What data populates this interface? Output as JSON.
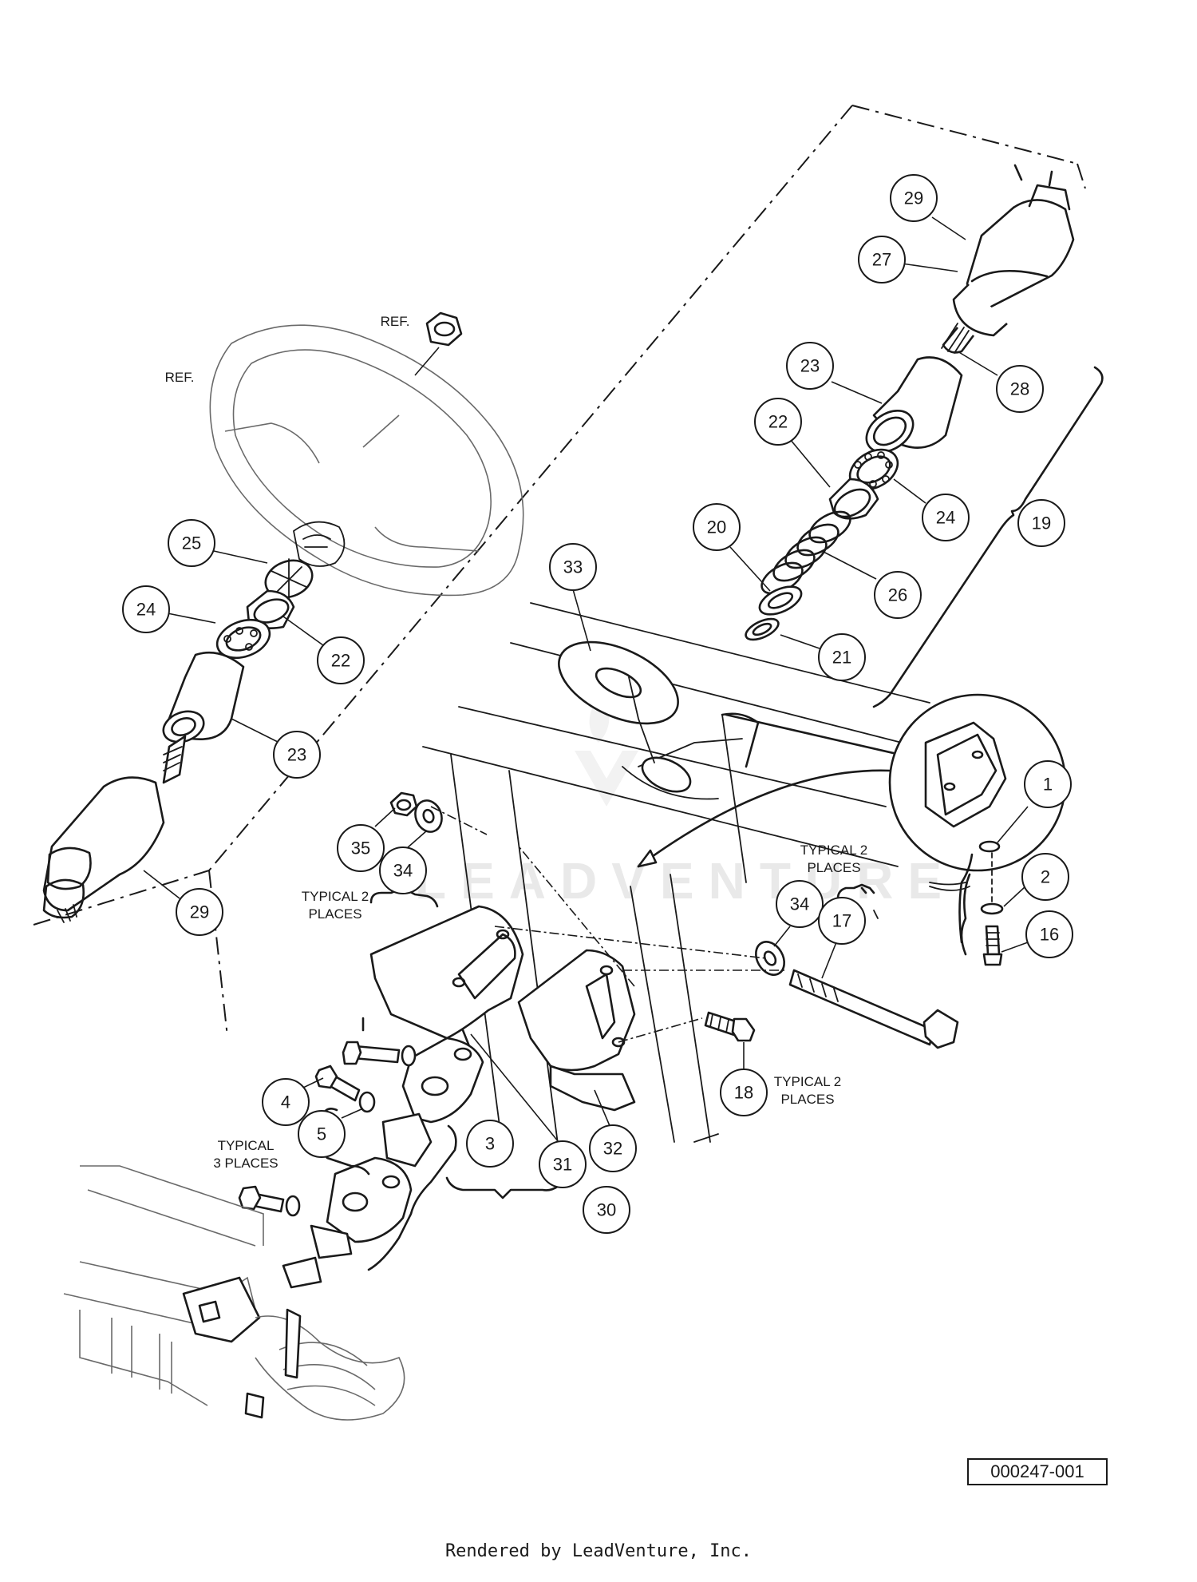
{
  "callouts": [
    {
      "id": "c29a",
      "label": "29"
    },
    {
      "id": "c27",
      "label": "27"
    },
    {
      "id": "c23a",
      "label": "23"
    },
    {
      "id": "c28",
      "label": "28"
    },
    {
      "id": "c22a",
      "label": "22"
    },
    {
      "id": "c24a",
      "label": "24"
    },
    {
      "id": "c19",
      "label": "19"
    },
    {
      "id": "c20",
      "label": "20"
    },
    {
      "id": "c26",
      "label": "26"
    },
    {
      "id": "c21",
      "label": "21"
    },
    {
      "id": "c33",
      "label": "33"
    },
    {
      "id": "c25",
      "label": "25"
    },
    {
      "id": "c24b",
      "label": "24"
    },
    {
      "id": "c22b",
      "label": "22"
    },
    {
      "id": "c23b",
      "label": "23"
    },
    {
      "id": "c29b",
      "label": "29"
    },
    {
      "id": "c35",
      "label": "35"
    },
    {
      "id": "c34a",
      "label": "34"
    },
    {
      "id": "c34b",
      "label": "34"
    },
    {
      "id": "c17",
      "label": "17"
    },
    {
      "id": "c1",
      "label": "1"
    },
    {
      "id": "c2",
      "label": "2"
    },
    {
      "id": "c16",
      "label": "16"
    },
    {
      "id": "c18",
      "label": "18"
    },
    {
      "id": "c4",
      "label": "4"
    },
    {
      "id": "c5",
      "label": "5"
    },
    {
      "id": "c3",
      "label": "3"
    },
    {
      "id": "c31",
      "label": "31"
    },
    {
      "id": "c32",
      "label": "32"
    },
    {
      "id": "c30",
      "label": "30"
    }
  ],
  "notes": {
    "ref_nut": "REF.",
    "ref_wheel": "REF.",
    "typical2_left_l1": "TYPICAL 2",
    "typical2_left_l2": "PLACES",
    "typical2_right_l1": "TYPICAL 2",
    "typical2_right_l2": "PLACES",
    "typical2_bolt_l1": "TYPICAL 2",
    "typical2_bolt_l2": "PLACES",
    "typical3_l1": "TYPICAL",
    "typical3_l2": "3 PLACES"
  },
  "watermark": "LEADVENTURE",
  "diagram_id": "000247-001",
  "footer": "Rendered by LeadVenture, Inc."
}
